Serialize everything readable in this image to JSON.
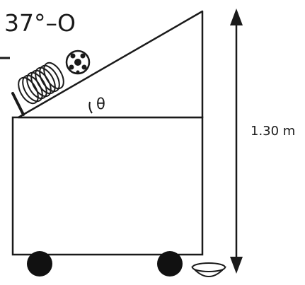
{
  "annotations": {
    "angle_note": "37°–O",
    "theta_label": "θ",
    "height_label": "1.30 m"
  },
  "colors": {
    "ink": "#1a1a1a",
    "paper": "#ffffff"
  }
}
